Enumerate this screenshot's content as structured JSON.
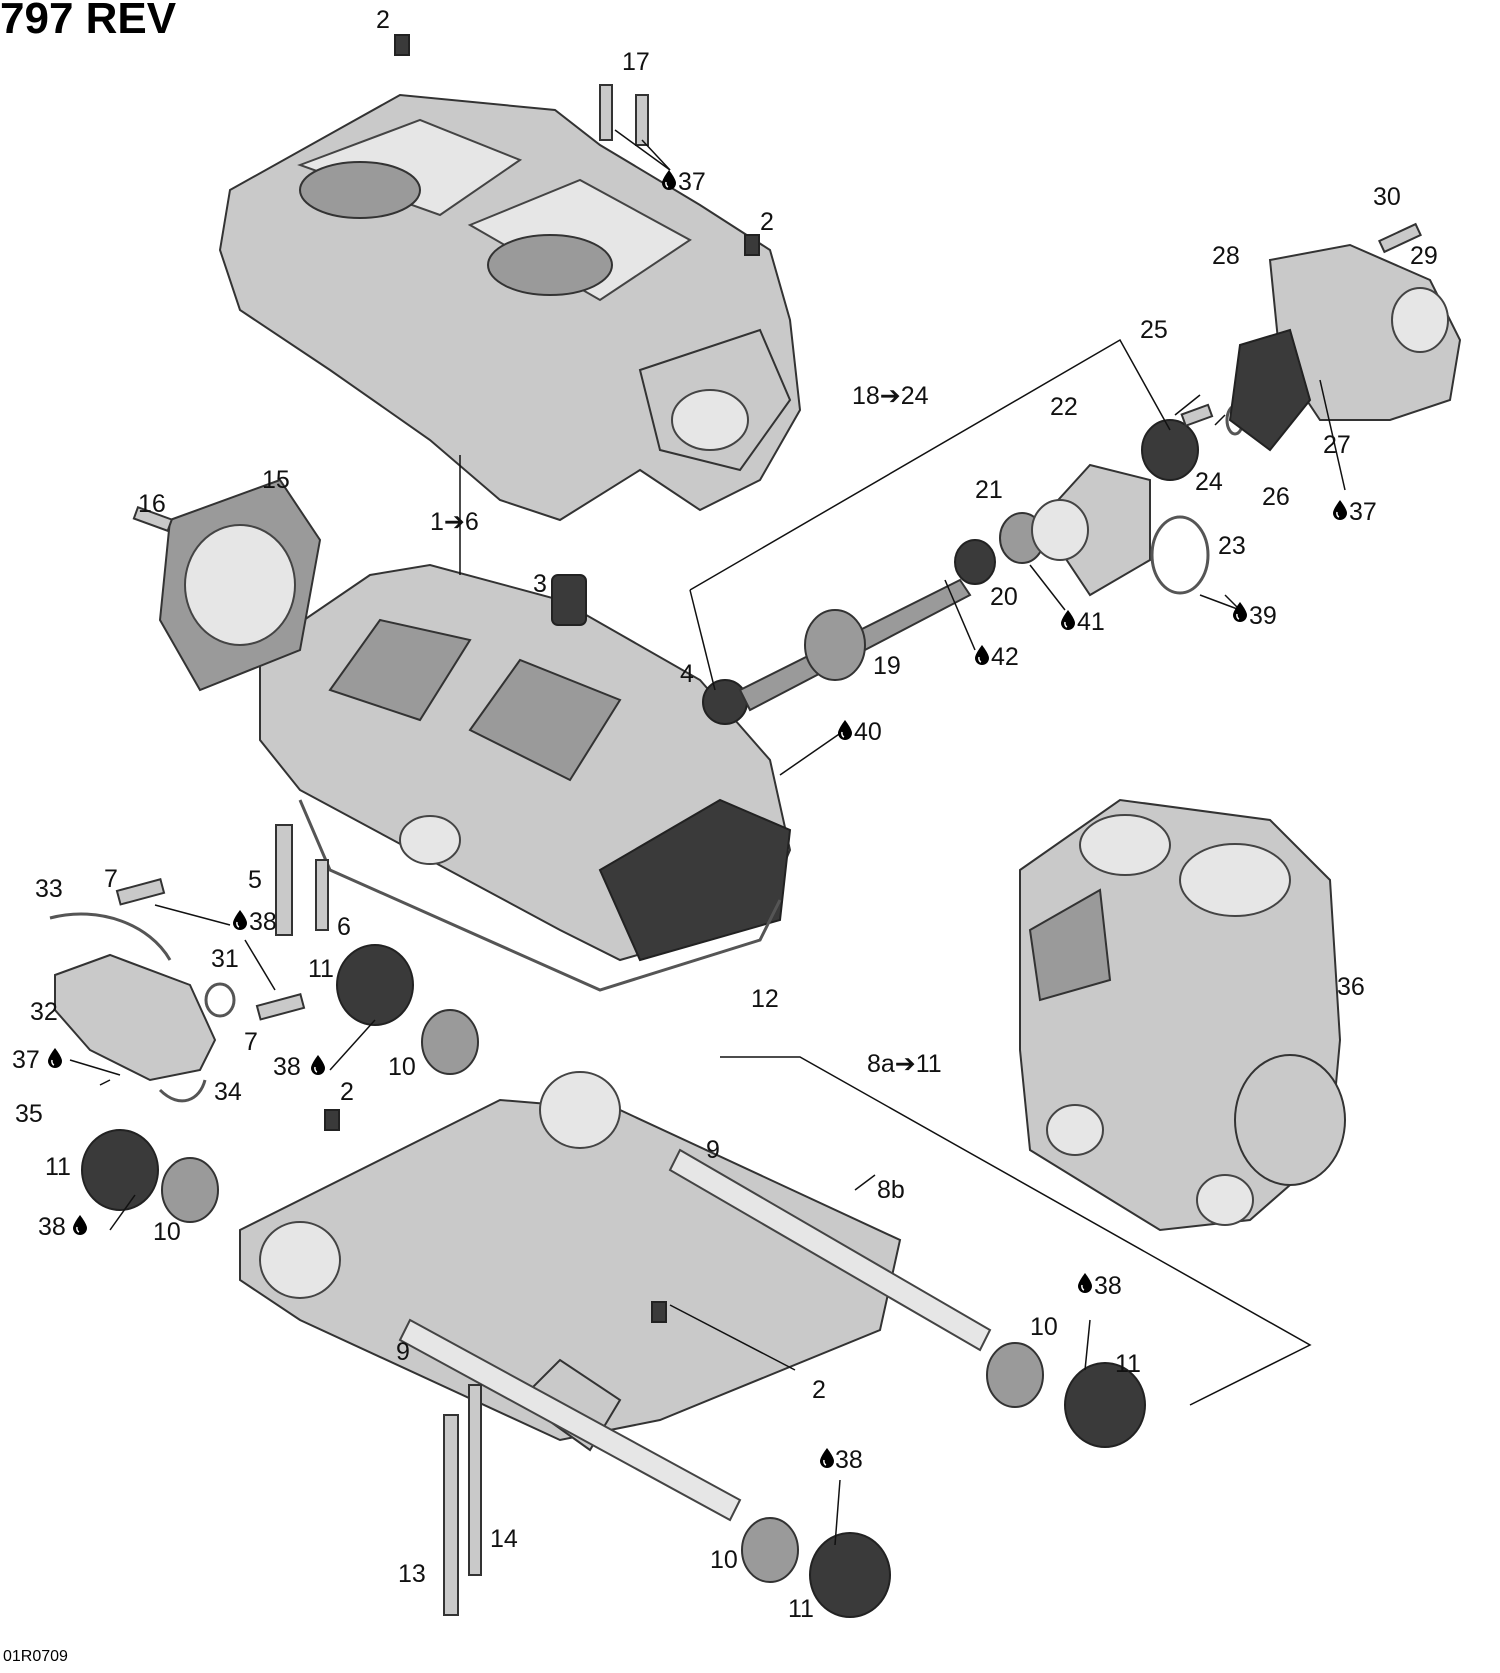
{
  "title": "797 REV",
  "diagram_code": "01R0709",
  "labels": {
    "l_2a": "2",
    "l_17": "17",
    "l_37a": "37",
    "l_2b": "2",
    "l_30": "30",
    "l_28": "28",
    "l_29": "29",
    "l_25": "25",
    "l_18_24": "18➔24",
    "l_22": "22",
    "l_24": "24",
    "l_26": "26",
    "l_27": "27",
    "l_37b": "37",
    "l_21": "21",
    "l_23": "23",
    "l_16": "16",
    "l_15": "15",
    "l_1_6": "1➔6",
    "l_3": "3",
    "l_20": "20",
    "l_41": "41",
    "l_39": "39",
    "l_42": "42",
    "l_4": "4",
    "l_19": "19",
    "l_40": "40",
    "l_33": "33",
    "l_7a": "7",
    "l_5": "5",
    "l_38a": "38",
    "l_6": "6",
    "l_31": "31",
    "l_11a": "11",
    "l_32": "32",
    "l_7b": "7",
    "l_12": "12",
    "l_36": "36",
    "l_37c": "37",
    "l_38b": "38",
    "l_10a": "10",
    "l_34": "34",
    "l_8a_11": "8a➔11",
    "l_35": "35",
    "l_2c": "2",
    "l_11b": "11",
    "l_9a": "9",
    "l_8b": "8b",
    "l_38c": "38",
    "l_10b": "10",
    "l_38d": "38",
    "l_10c": "10",
    "l_11c": "11",
    "l_9b": "9",
    "l_2d": "2",
    "l_38e": "38",
    "l_14": "14",
    "l_10d": "10",
    "l_13": "13",
    "l_11d": "11"
  }
}
